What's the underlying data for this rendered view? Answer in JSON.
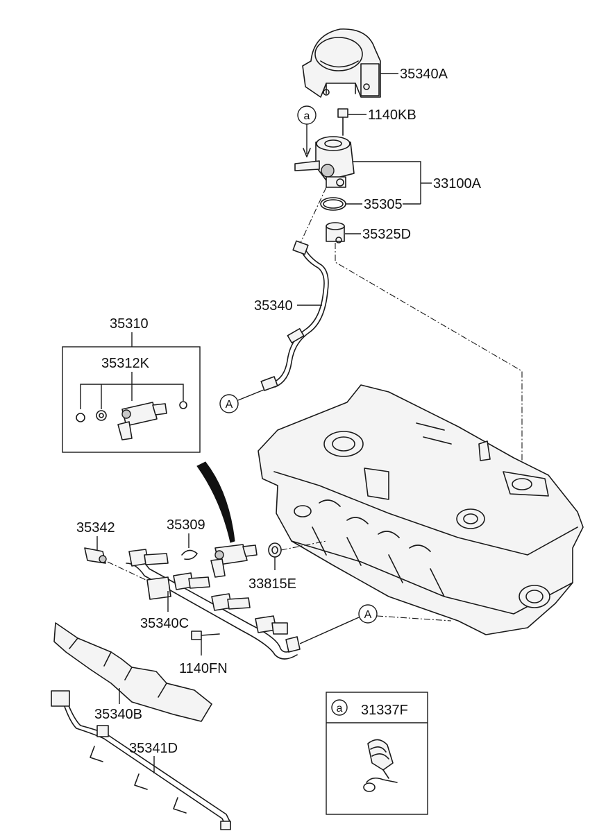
{
  "labels": {
    "p35340A": "35340A",
    "p1140KB": "1140KB",
    "p33100A": "33100A",
    "p35305": "35305",
    "p35325D": "35325D",
    "p35340": "35340",
    "p35310": "35310",
    "p35312K": "35312K",
    "p35342": "35342",
    "p35309": "35309",
    "p33815E": "33815E",
    "p35340C": "35340C",
    "p1140FN": "1140FN",
    "p35340B": "35340B",
    "p35341D": "35341D",
    "p31337F": "31337F"
  },
  "callouts": {
    "a_top": "a",
    "a_box": "a",
    "A_left": "A",
    "A_right": "A"
  }
}
